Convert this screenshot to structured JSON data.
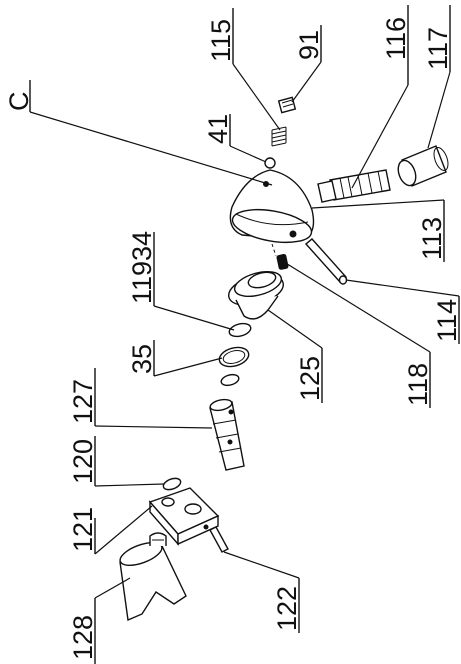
{
  "diagram": {
    "callouts": [
      {
        "id": "c",
        "label": "C"
      },
      {
        "id": "115",
        "label": "115"
      },
      {
        "id": "91",
        "label": "91"
      },
      {
        "id": "116",
        "label": "116"
      },
      {
        "id": "117",
        "label": "117"
      },
      {
        "id": "41",
        "label": "41"
      },
      {
        "id": "11934",
        "label": "11934"
      },
      {
        "id": "35",
        "label": "35"
      },
      {
        "id": "127",
        "label": "127"
      },
      {
        "id": "120",
        "label": "120"
      },
      {
        "id": "121",
        "label": "121"
      },
      {
        "id": "128",
        "label": "128"
      },
      {
        "id": "122",
        "label": "122"
      },
      {
        "id": "125",
        "label": "125"
      },
      {
        "id": "118",
        "label": "118"
      },
      {
        "id": "113",
        "label": "113"
      },
      {
        "id": "114",
        "label": "114"
      }
    ]
  }
}
